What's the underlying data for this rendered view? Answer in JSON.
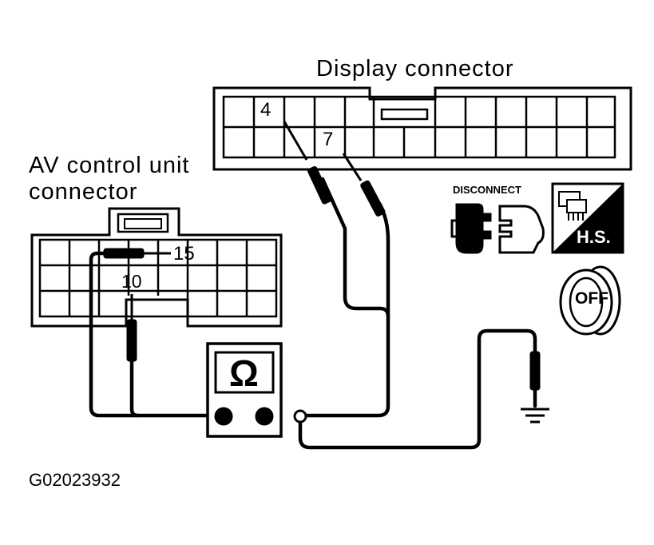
{
  "labels": {
    "display_connector": "Display connector",
    "av_line1": "AV control unit",
    "av_line2": "connector",
    "pin_4": "4",
    "pin_7": "7",
    "pin_15": "15",
    "pin_10": "10",
    "meter_symbol": "Ω",
    "disconnect": "DISCONNECT",
    "hs": "H.S.",
    "off": "OFF",
    "figure_id": "G02023932"
  },
  "colors": {
    "ink": "#000000",
    "paper": "#ffffff"
  },
  "icons": [
    "disconnect-icon",
    "harness-hs-icon",
    "ignition-off-icon",
    "ground-icon",
    "ohmmeter-icon"
  ]
}
